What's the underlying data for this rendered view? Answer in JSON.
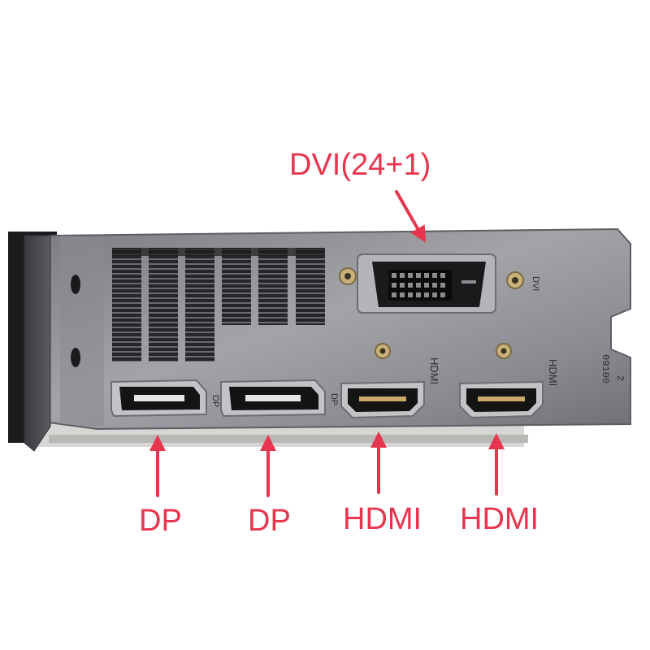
{
  "photo": {
    "subject": "graphics-card-rear-io-bracket",
    "colors": {
      "annotation": "#e8354f",
      "bracket_metal": "#8f9094",
      "bracket_dark": "#4a4b50",
      "port_black": "#141414",
      "background": "#ffffff"
    },
    "icons": [
      "arrow-icon",
      "screw-icon",
      "vent-slot"
    ]
  },
  "annotations": {
    "dvi_label": "DVI(24+1)",
    "dp1_label": "DP",
    "dp2_label": "DP",
    "hdmi1_label": "HDMI",
    "hdmi2_label": "HDMI"
  },
  "bracket_markings": {
    "dp_mark_1": "DP",
    "dp_mark_2": "DP",
    "hdmi_mark_1": "HDMI",
    "hdmi_mark_2": "HDMI",
    "dvi_mark": "DVI",
    "code_mark": "09100",
    "code_mark_2": "2"
  }
}
